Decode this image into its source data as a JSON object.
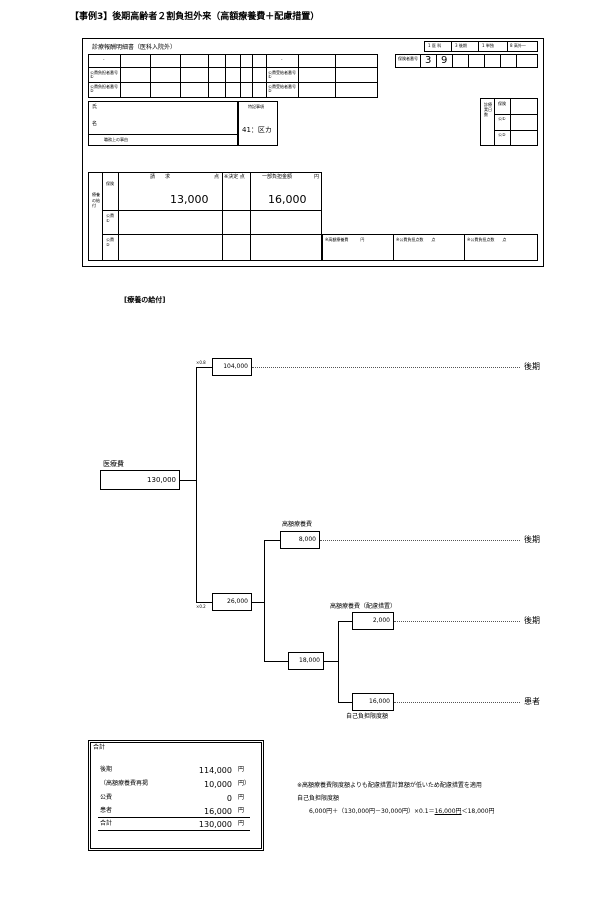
{
  "header": {
    "title": "【事例3】後期高齢者２割負担外来（高額療養費＋配慮措置）"
  },
  "form": {
    "title": "診療報酬明細書（医科入院外）",
    "dash1": "-",
    "dash2": "-",
    "row_left": [
      "公費負担者番号①",
      "公費負担者番号②"
    ],
    "row_right": [
      "公費受給者番号①",
      "公費受給者番号②"
    ],
    "insurer_type": [
      "1 医 科",
      "3 後期",
      "1 単独",
      "8 高外一"
    ],
    "insurer_no_label": "保険者番号",
    "insurer_no": [
      "3",
      "9"
    ],
    "name_label": [
      "氏",
      "名"
    ],
    "reason_label": "職務上の事由",
    "special_label": "特記事項",
    "special_value": "41：区カ",
    "days_label": "診療実日数",
    "days_rows": [
      "保険",
      "公①",
      "公②"
    ],
    "benefit_label": "療養の給付",
    "benefit_rows": [
      "保険",
      "公費①",
      "公費②"
    ],
    "col_claim": "請　　求",
    "col_point": "点",
    "col_decision": "※決定 点",
    "col_copay": "一部負担金額",
    "col_yen": "円",
    "claim_value": "13,000",
    "copay_value": "16,000",
    "bottom_cells": [
      "※高額療養費　　　円",
      "※公費負担点数　　点",
      "※公費負担点数　　点"
    ]
  },
  "diagram": {
    "section_title": "[療養の給付]",
    "root_label": "医療費",
    "root_value": "130,000",
    "ratio_top": "×0.8",
    "ratio_bottom": "×0.2",
    "top_value": "104,000",
    "top_dest": "後期",
    "mid_value": "26,000",
    "koga_label": "高額療養費",
    "koga_value": "8,000",
    "koga_dest": "後期",
    "sub_value": "18,000",
    "hairyo_label": "高額療養費（配慮措置）",
    "hairyo_value": "2,000",
    "hairyo_dest": "後期",
    "self_value": "16,000",
    "self_dest": "患者",
    "self_label": "自己負担限度額"
  },
  "summary": {
    "title": "合計",
    "rows": [
      {
        "label": "後期",
        "value": "114,000",
        "unit": "円"
      },
      {
        "label": "（高額療養費再掲",
        "value": "10,000",
        "unit": "円）"
      },
      {
        "label": "公費",
        "value": "0",
        "unit": "円"
      },
      {
        "label": "患者",
        "value": "16,000",
        "unit": "円"
      },
      {
        "label": "合計",
        "value": "130,000",
        "unit": "円"
      }
    ]
  },
  "note": {
    "line1": "※高額療養費限度額よりも配慮措置計算額が低いため配慮措置を適用",
    "line2": "自己負担限度額",
    "line3_pre": "6,000円＋（130,000円－30,000円）×0.1＝",
    "line3_ul": "16,000円",
    "line3_post": "＜18,000円"
  }
}
